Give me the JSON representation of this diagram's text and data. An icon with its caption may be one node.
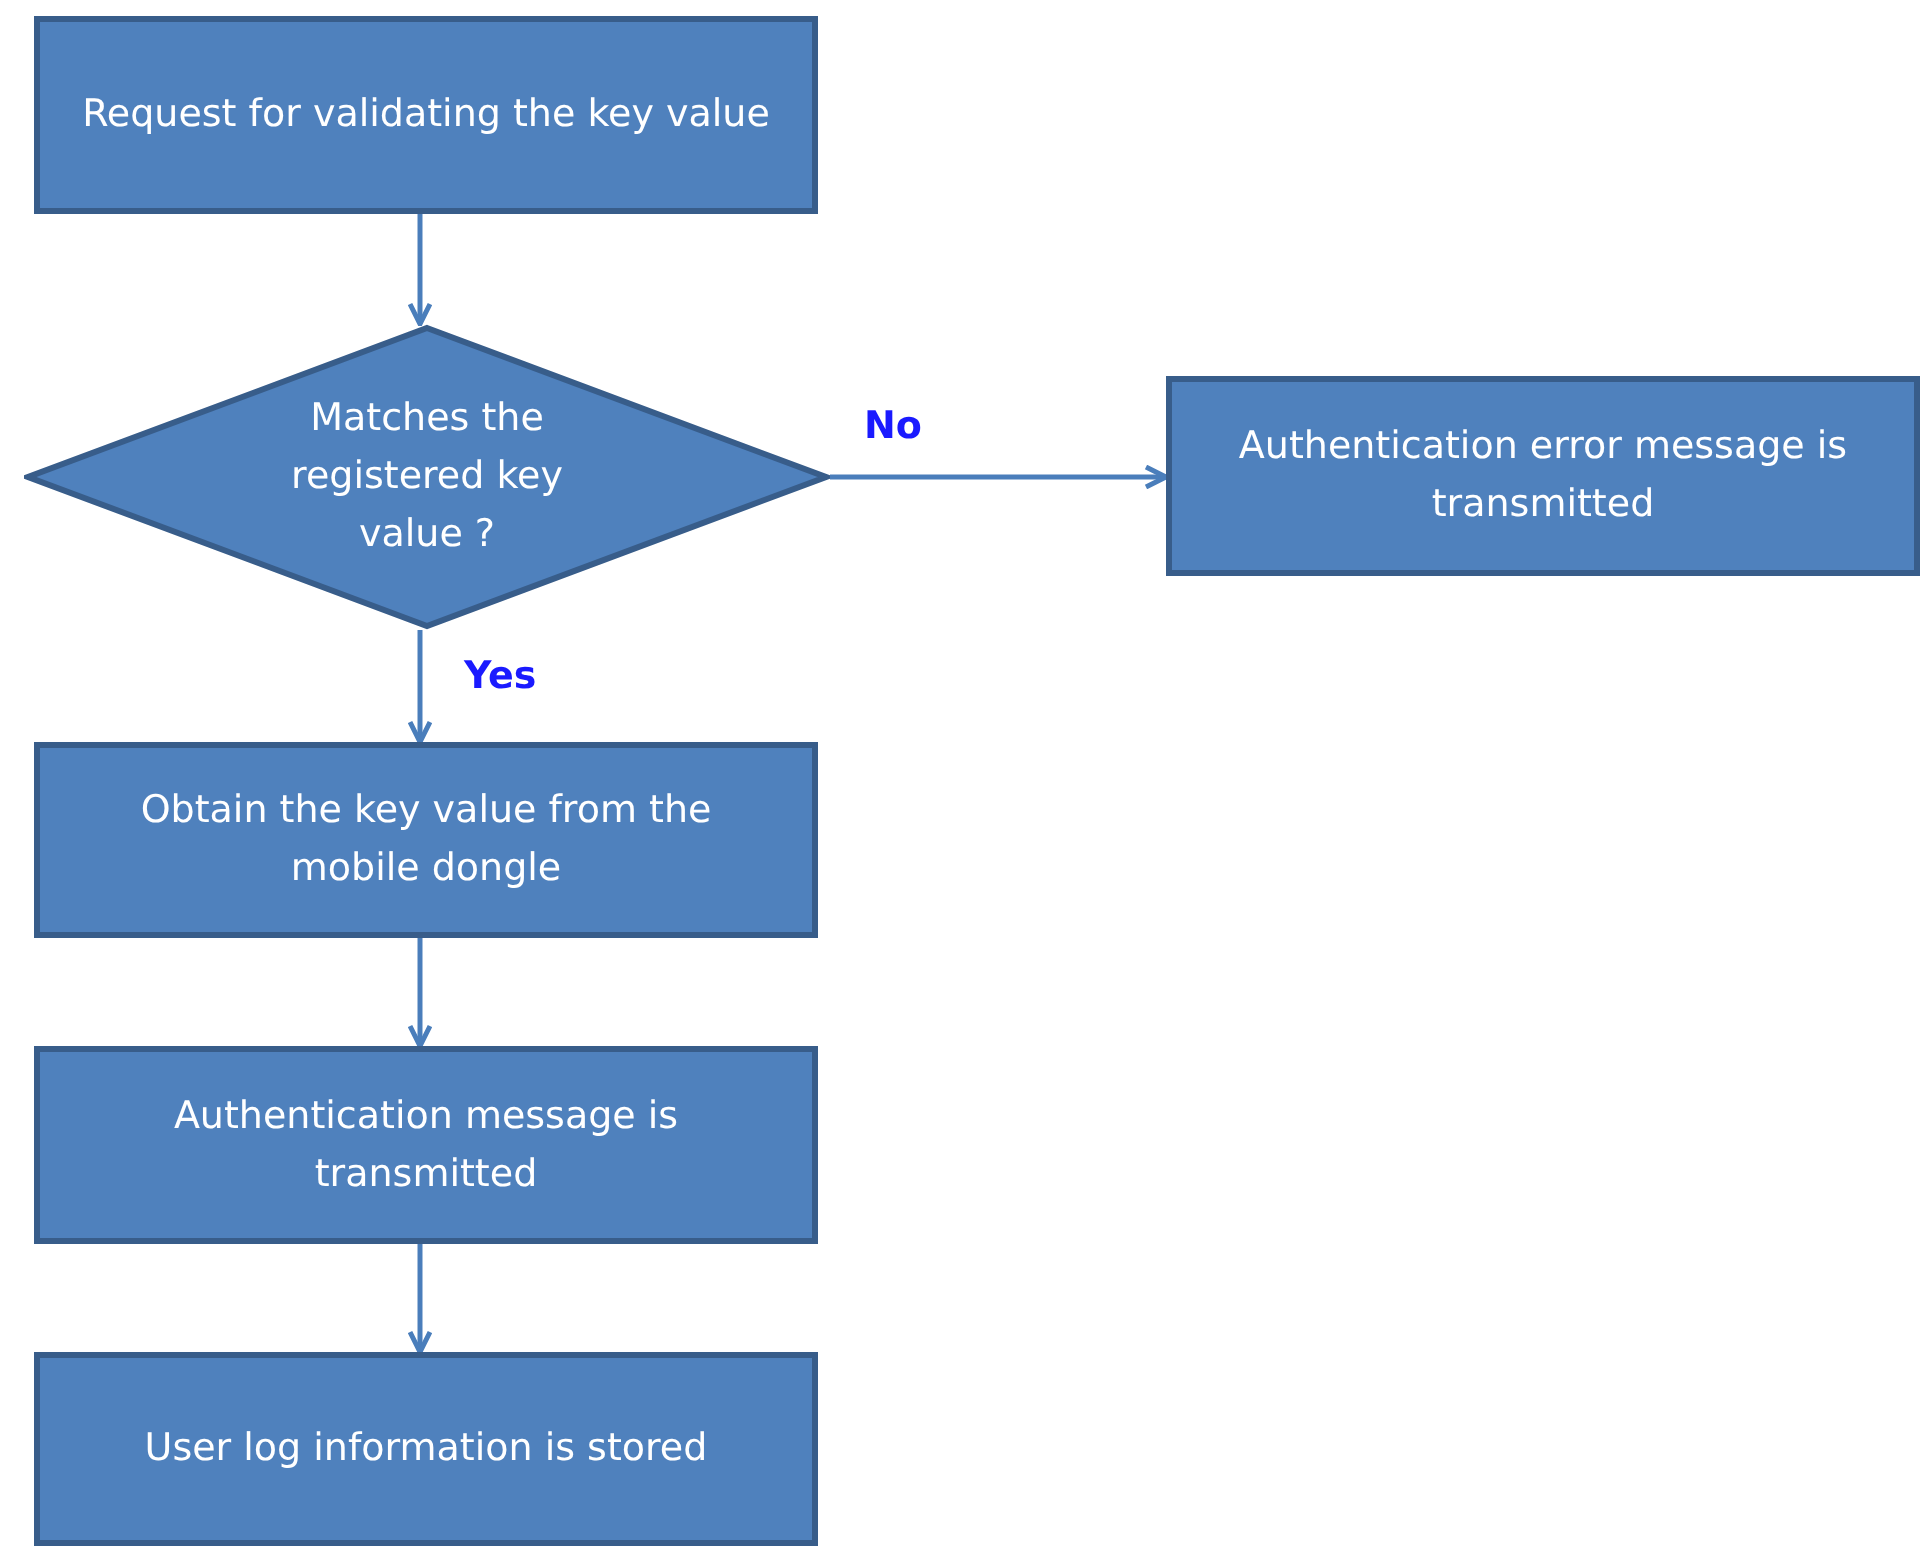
{
  "diagram": {
    "nodes": [
      {
        "text": [
          "Request for validating the key value"
        ]
      },
      {
        "text": [
          "Matches the registered key value ?"
        ]
      },
      {
        "text": [
          "Authentication error message is transmitted"
        ]
      },
      {
        "text": [
          "Obtain the key value from the mobile dongle"
        ]
      },
      {
        "text": [
          "Authentication message is transmitted"
        ]
      },
      {
        "text": [
          "User log information is stored"
        ]
      }
    ],
    "edges": [
      {
        "from": 0,
        "to": 1,
        "arrow": "to"
      },
      {
        "from": 1,
        "to": 2,
        "arrow": "to",
        "label": "No"
      },
      {
        "from": 1,
        "to": 3,
        "arrow": "to",
        "label": "Yes"
      },
      {
        "from": 3,
        "to": 4,
        "arrow": "to"
      },
      {
        "from": 4,
        "to": 5,
        "arrow": "to"
      }
    ]
  }
}
